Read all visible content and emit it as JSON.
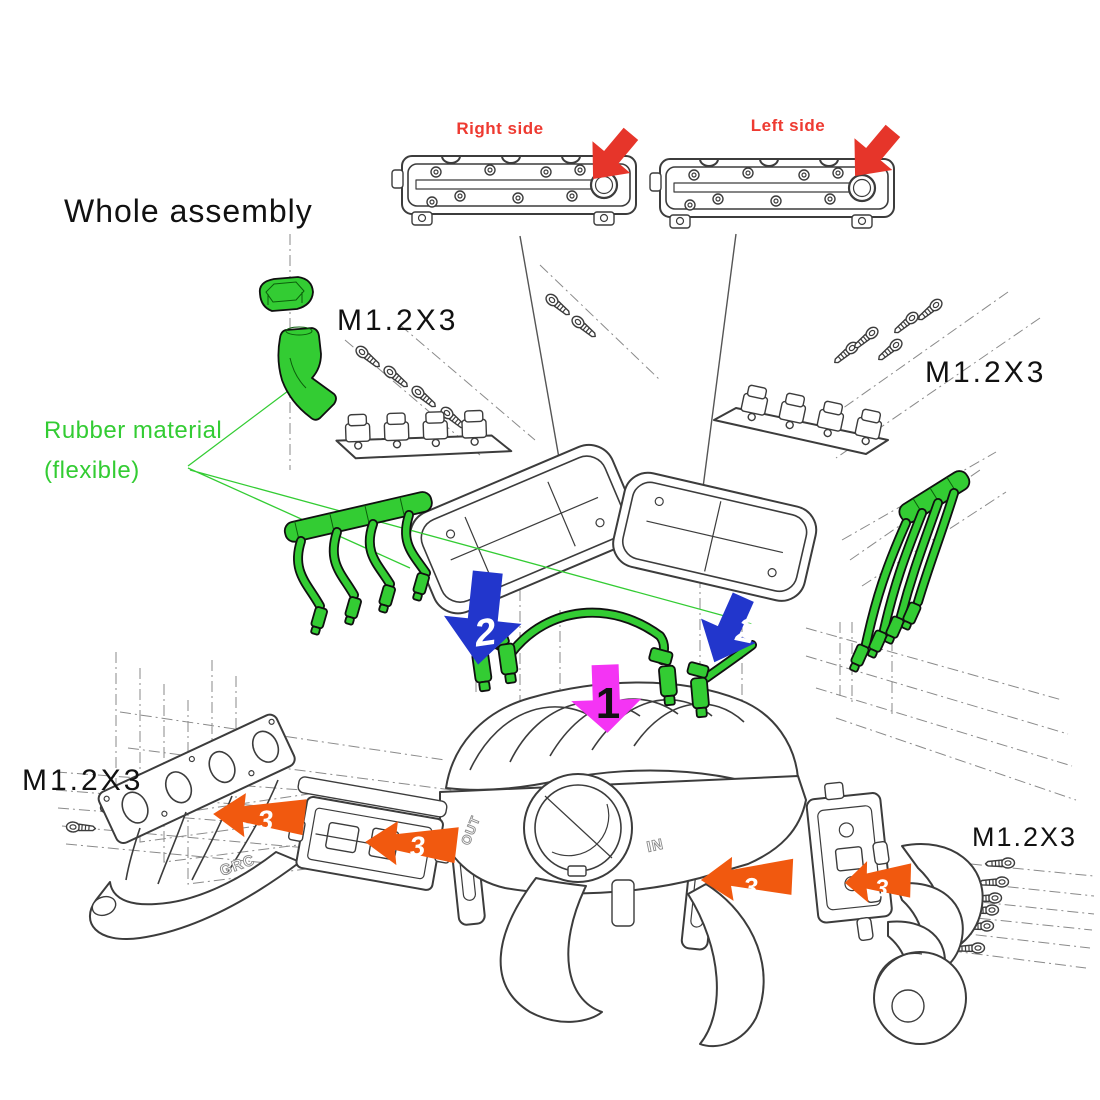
{
  "colors": {
    "green": "#33cc33",
    "red_label": "#ee3a31",
    "red_arrow": "#e6352a",
    "blue": "#2236cc",
    "magenta": "#f434f4",
    "orange": "#f1590f",
    "ink": "#3c3c3c",
    "guide": "#8a8a8a"
  },
  "labels": {
    "whole_assembly": "Whole assembly",
    "right_side": "Right side",
    "left_side": "Left side",
    "rubber_material": "Rubber material",
    "rubber_flexible": "(flexible)",
    "screw_spec": "M1.2X3"
  },
  "steps": {
    "one": "1",
    "two": "2",
    "three": "3"
  },
  "embossed": {
    "out": "OUT",
    "in": "IN",
    "brand": "GRC"
  }
}
